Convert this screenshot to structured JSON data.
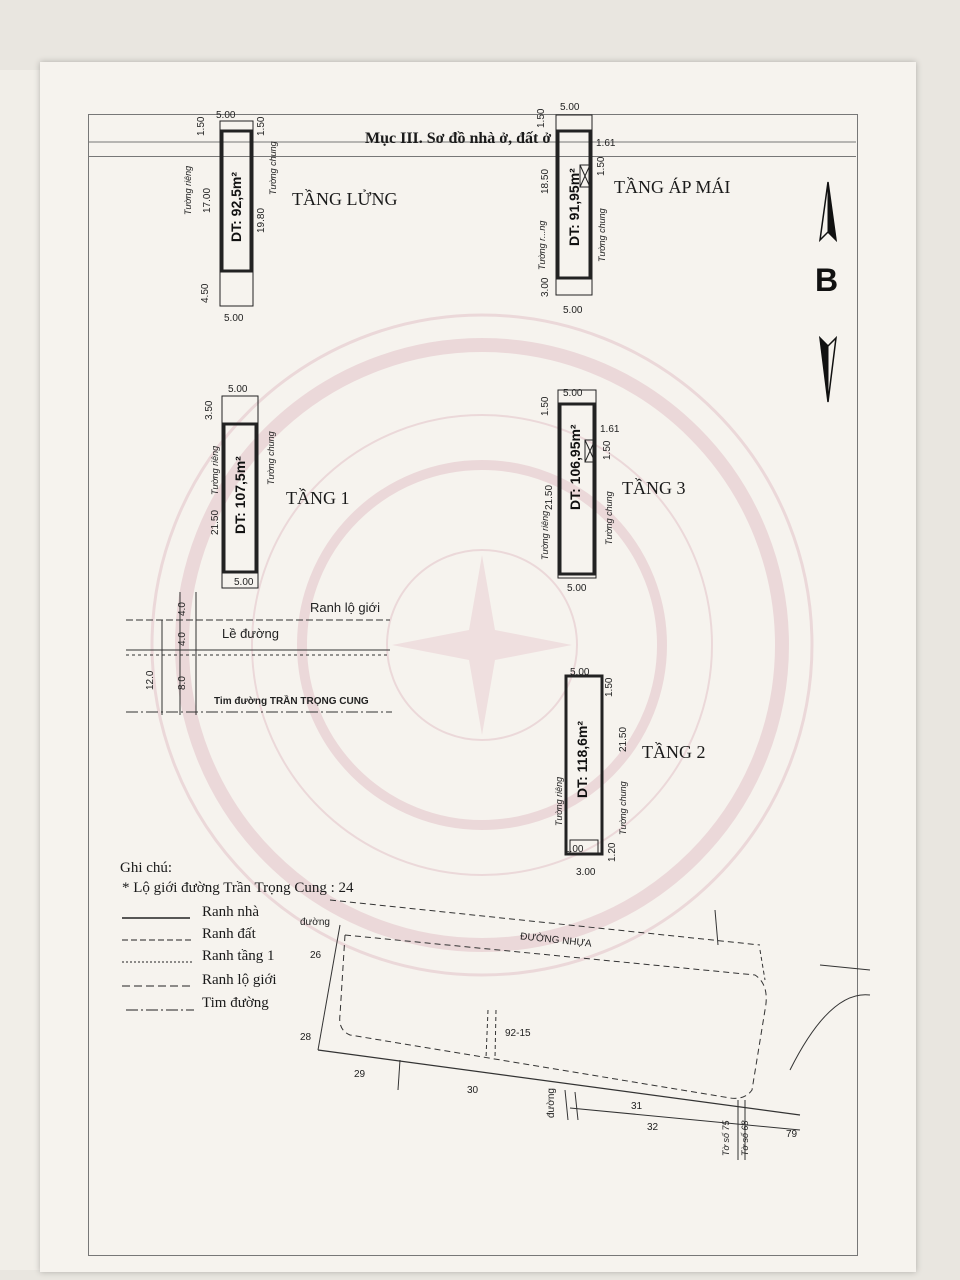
{
  "title": "Mục III. Sơ đồ nhà ở, đất ở",
  "north_label": "B",
  "floors": {
    "lung": {
      "name": "TẦNG LỬNG",
      "area": "DT: 92,5m²",
      "width_top": "5.00",
      "width_bottom": "5.00",
      "dims": [
        "1.50",
        "17.00",
        "4.50",
        "1.50",
        "19.80"
      ],
      "wall_left": "Tường riêng",
      "wall_right": "Tường chung"
    },
    "ap_mai": {
      "name": "TẦNG ÁP MÁI",
      "area": "DT: 91,95m²",
      "width_top": "5.00",
      "width_bottom": "5.00",
      "dims": [
        "1.50",
        "18.50",
        "3.00",
        "1.61",
        "1.50"
      ],
      "wall_left": "Tường r...ng",
      "wall_right": "Tường chung"
    },
    "tang1": {
      "name": "TẦNG 1",
      "area": "DT: 107,5m²",
      "width_top": "5.00",
      "width_bottom": "5.00",
      "dims": [
        "3.50",
        "21.50"
      ],
      "wall_left": "Tường riêng",
      "wall_right": "Tường chung"
    },
    "tang3": {
      "name": "TẦNG 3",
      "area": "DT: 106,95m²",
      "width_top": "5.00",
      "width_bottom": "5.00",
      "dims": [
        "1.50",
        "21.50",
        "1.61",
        "1.50"
      ],
      "wall_left": "Tường riêng",
      "wall_right": "Tường chung"
    },
    "tang2": {
      "name": "TẦNG 2",
      "area": "DT: 118,6m²",
      "width_top": "5.00",
      "width_bottom": "3.00",
      "dims": [
        "1.50",
        "21.50",
        "1.00",
        "1.20"
      ],
      "wall_left": "Tường riêng",
      "wall_right": "Tường chung"
    }
  },
  "road": {
    "ranh_lo_gioi": "Ranh lộ giới",
    "le_duong": "Lề đường",
    "tim_duong": "Tim đường TRẦN TRỌNG CUNG",
    "dims": [
      "4.0",
      "4.0",
      "8.0",
      "12.0"
    ]
  },
  "notes": {
    "heading": "Ghi chú:",
    "lo_gioi": "* Lộ giới đường Trần Trọng Cung : 24",
    "legend": [
      "Ranh nhà",
      "Ranh đất",
      "Ranh tầng 1",
      "Ranh lộ giới",
      "Tim đường"
    ]
  },
  "map": {
    "duong_nhua": "ĐƯỜNG NHỰA",
    "duong": "đường",
    "parcel": "92-15",
    "numbers": [
      "26",
      "28",
      "29",
      "30",
      "31",
      "32",
      "79"
    ],
    "to_so_75": "Tờ số 75",
    "to_so_68": "Tờ số 68"
  }
}
